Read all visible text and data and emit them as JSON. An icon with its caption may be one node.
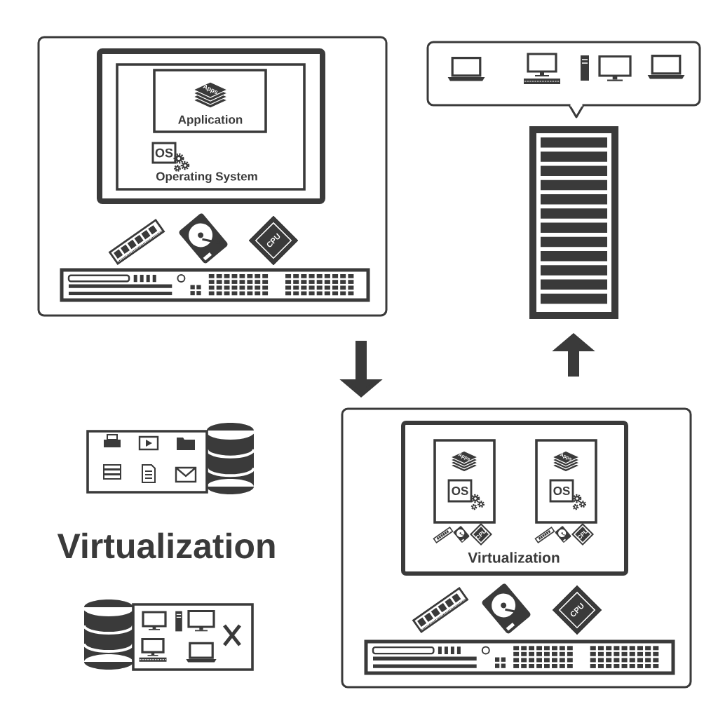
{
  "diagram": {
    "title": "Virtualization",
    "nodes": [
      {
        "text": [],
        "shape": "box"
      },
      {
        "text": [
          "OS",
          "Operating System"
        ],
        "in": 0
      },
      {
        "text": [
          "Apps",
          "Application"
        ],
        "in": 1
      },
      {
        "text": [
          "CPU"
        ],
        "in": 0
      },
      {
        "text": [],
        "shape": "box"
      },
      {
        "text": [],
        "shape": "box"
      },
      {
        "text": [],
        "shape": "box"
      },
      {
        "text": [
          "Virtualization"
        ],
        "in": 6
      },
      {
        "text": [
          "Apps",
          "OS"
        ],
        "in": 7
      },
      {
        "text": [
          "Apps",
          "OS"
        ],
        "in": 7
      },
      {
        "text": [
          "CPU"
        ],
        "in": 6
      }
    ],
    "edges": [
      {
        "from": 0,
        "to": 6,
        "arrow": "to"
      },
      {
        "from": 6,
        "to": 5,
        "arrow": "to"
      }
    ],
    "labels": [
      "CPU",
      "CPU"
    ]
  }
}
